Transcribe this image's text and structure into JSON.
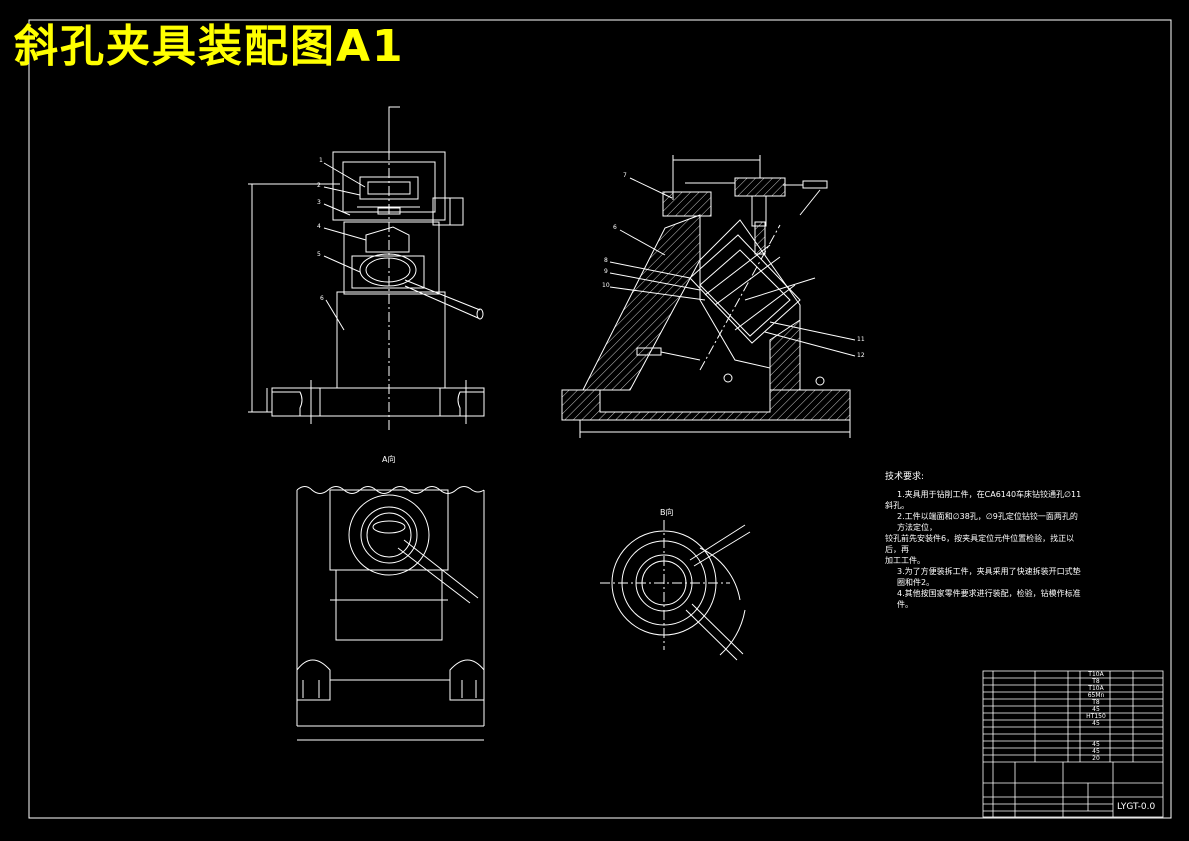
{
  "title": "斜孔夹具装配图A1",
  "view_labels": {
    "a": "A向",
    "b": "B向"
  },
  "balloons": [
    "1",
    "2",
    "3",
    "4",
    "5",
    "6",
    "7",
    "6",
    "8",
    "9",
    "10",
    "11",
    "12"
  ],
  "tech_requirements": {
    "heading": "技术要求:",
    "items": [
      "1.夹具用于钻削工件，在CA6140车床钻铰通孔∅11",
      "斜孔。",
      "2.工件以端面和∅38孔，∅9孔定位钻铰一面两孔的方法定位，",
      "铰孔前先安装件6，按夹具定位元件位置检验，找正以后，再",
      "加工工件。",
      "3.为了方便装拆工件，夹具采用了快速拆装开口式垫圈和件2。",
      "4.其他按国家零件要求进行装配，检验，钻模作标准件。"
    ]
  },
  "title_block": {
    "drawing_no": "LYGT-0.0",
    "materials": [
      "T10A",
      "T8",
      "T10A",
      "65Mn",
      "T8",
      "45",
      "HT150",
      "45",
      "",
      "",
      "45",
      "45",
      "20"
    ]
  },
  "colors": {
    "title": "#ffff00",
    "lines": "#ffffff",
    "background": "#000000",
    "frame": "#ffffff"
  }
}
